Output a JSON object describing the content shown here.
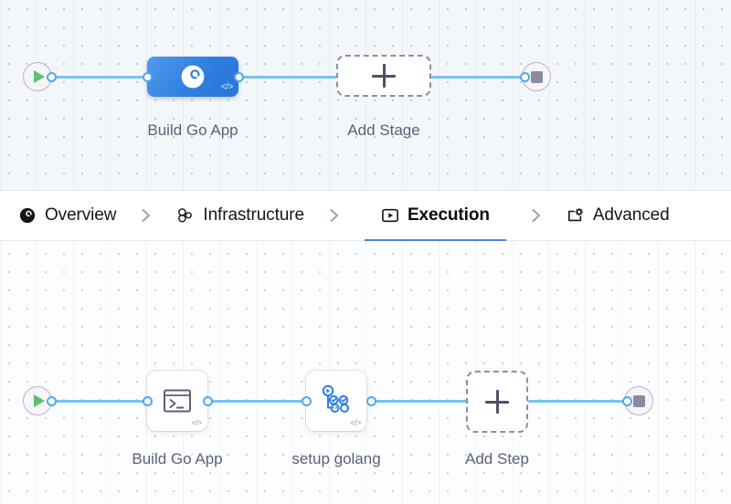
{
  "colors": {
    "edge": "#76c3ec",
    "port_border": "#4fa8e8",
    "stage_blue_start": "#4f9aea",
    "stage_blue_end": "#2a74d8",
    "active_tab_underline": "#4f86d4",
    "play_green": "#5cc075",
    "stop_gray": "#8b8b9e",
    "caption_text": "#5b6277",
    "canvas_top_bg": "#f3f7fa",
    "canvas_bottom_bg": "#fcfdfe"
  },
  "tabs": {
    "items": [
      {
        "label": "Overview",
        "icon": "pipeline-overview-icon",
        "active": false
      },
      {
        "label": "Infrastructure",
        "icon": "infrastructure-nodes-icon",
        "active": false
      },
      {
        "label": "Execution",
        "icon": "execution-play-icon",
        "active": true
      },
      {
        "label": "Advanced",
        "icon": "advanced-gear-icon",
        "active": false
      }
    ],
    "separator_icon": "chevron-right-icon"
  },
  "stage_canvas": {
    "start_node": {
      "icon": "play-icon",
      "label": ""
    },
    "end_node": {
      "icon": "stop-icon",
      "label": ""
    },
    "nodes": [
      {
        "label": "Build Go App",
        "type": "stage",
        "icon": "pipeline-stage-icon",
        "badge": "</>"
      },
      {
        "label": "Add Stage",
        "type": "add",
        "icon": "plus-icon"
      }
    ]
  },
  "step_canvas": {
    "start_node": {
      "icon": "play-icon",
      "label": ""
    },
    "end_node": {
      "icon": "stop-icon",
      "label": ""
    },
    "nodes": [
      {
        "label": "Build Go App",
        "type": "step",
        "icon": "terminal-icon",
        "badge": "</>"
      },
      {
        "label": "setup golang",
        "type": "step",
        "icon": "github-action-icon",
        "badge": "</>"
      },
      {
        "label": "Add Step",
        "type": "add",
        "icon": "plus-icon"
      }
    ]
  }
}
